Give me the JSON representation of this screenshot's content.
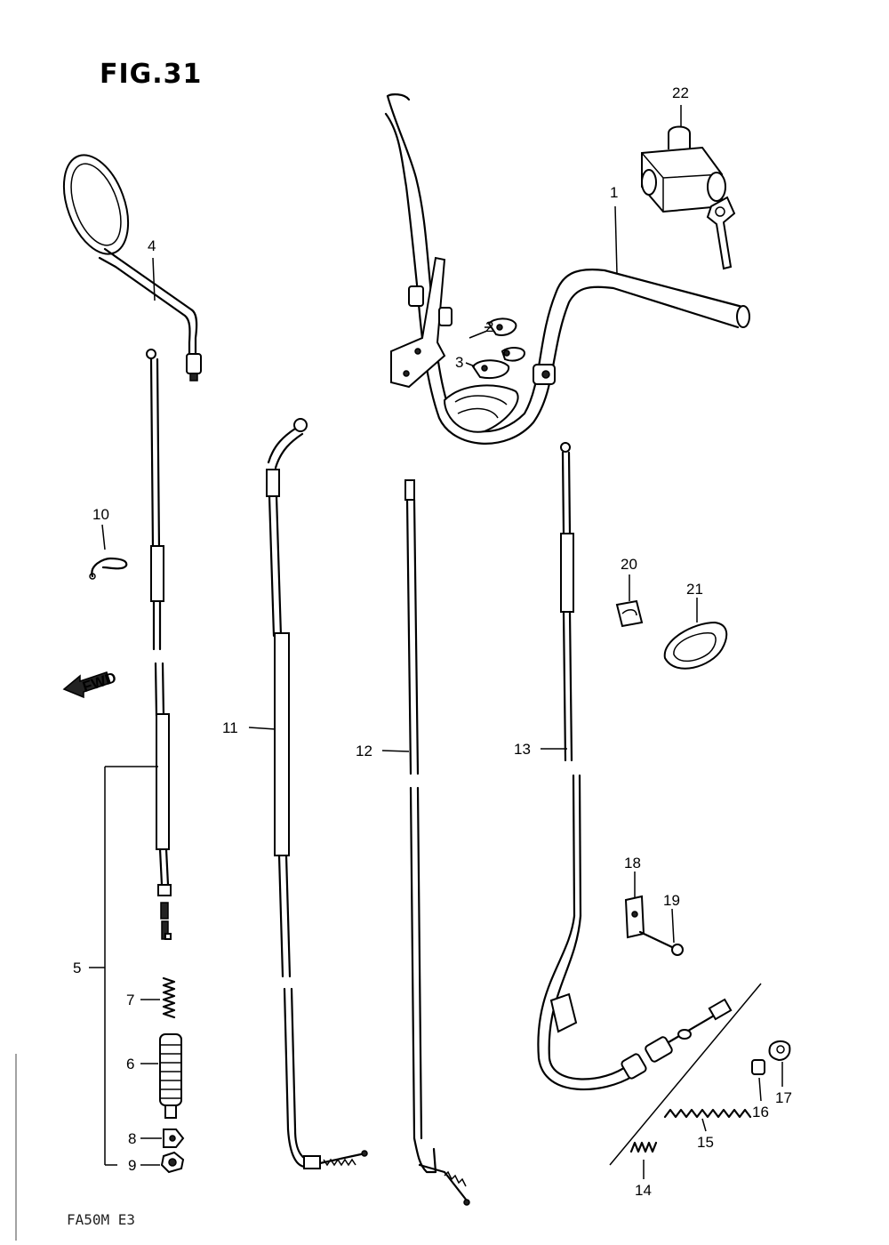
{
  "figure": {
    "title": "FIG.31",
    "footer_code": "FA50M E3",
    "fwd_label": "FWD"
  },
  "callouts": [
    "1",
    "2",
    "3",
    "4",
    "5",
    "6",
    "7",
    "8",
    "9",
    "10",
    "11",
    "12",
    "13",
    "14",
    "15",
    "16",
    "17",
    "18",
    "19",
    "20",
    "21",
    "22"
  ]
}
